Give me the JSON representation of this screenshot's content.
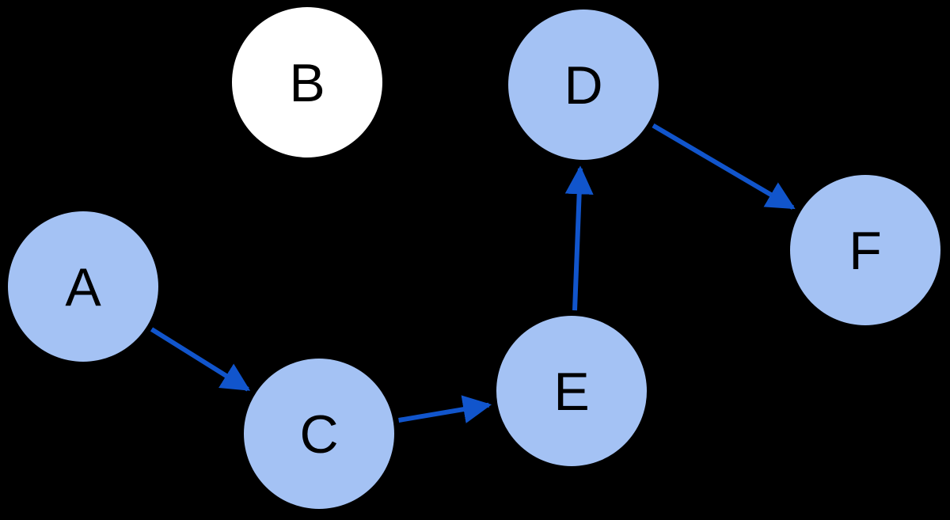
{
  "diagram": {
    "background": "#000000",
    "colors": {
      "visited_fill": "#a4c2f4",
      "unvisited_fill": "#ffffff",
      "edge": "#1155cc",
      "label": "#000000"
    },
    "nodes": [
      {
        "id": "A",
        "label": "A",
        "state": "visited"
      },
      {
        "id": "B",
        "label": "B",
        "state": "unvisited"
      },
      {
        "id": "C",
        "label": "C",
        "state": "visited"
      },
      {
        "id": "D",
        "label": "D",
        "state": "visited"
      },
      {
        "id": "E",
        "label": "E",
        "state": "visited"
      },
      {
        "id": "F",
        "label": "F",
        "state": "visited"
      }
    ],
    "edges": [
      {
        "from": "A",
        "to": "C",
        "directed": true
      },
      {
        "from": "C",
        "to": "E",
        "directed": true
      },
      {
        "from": "E",
        "to": "D",
        "directed": true
      },
      {
        "from": "D",
        "to": "F",
        "directed": true
      }
    ]
  }
}
